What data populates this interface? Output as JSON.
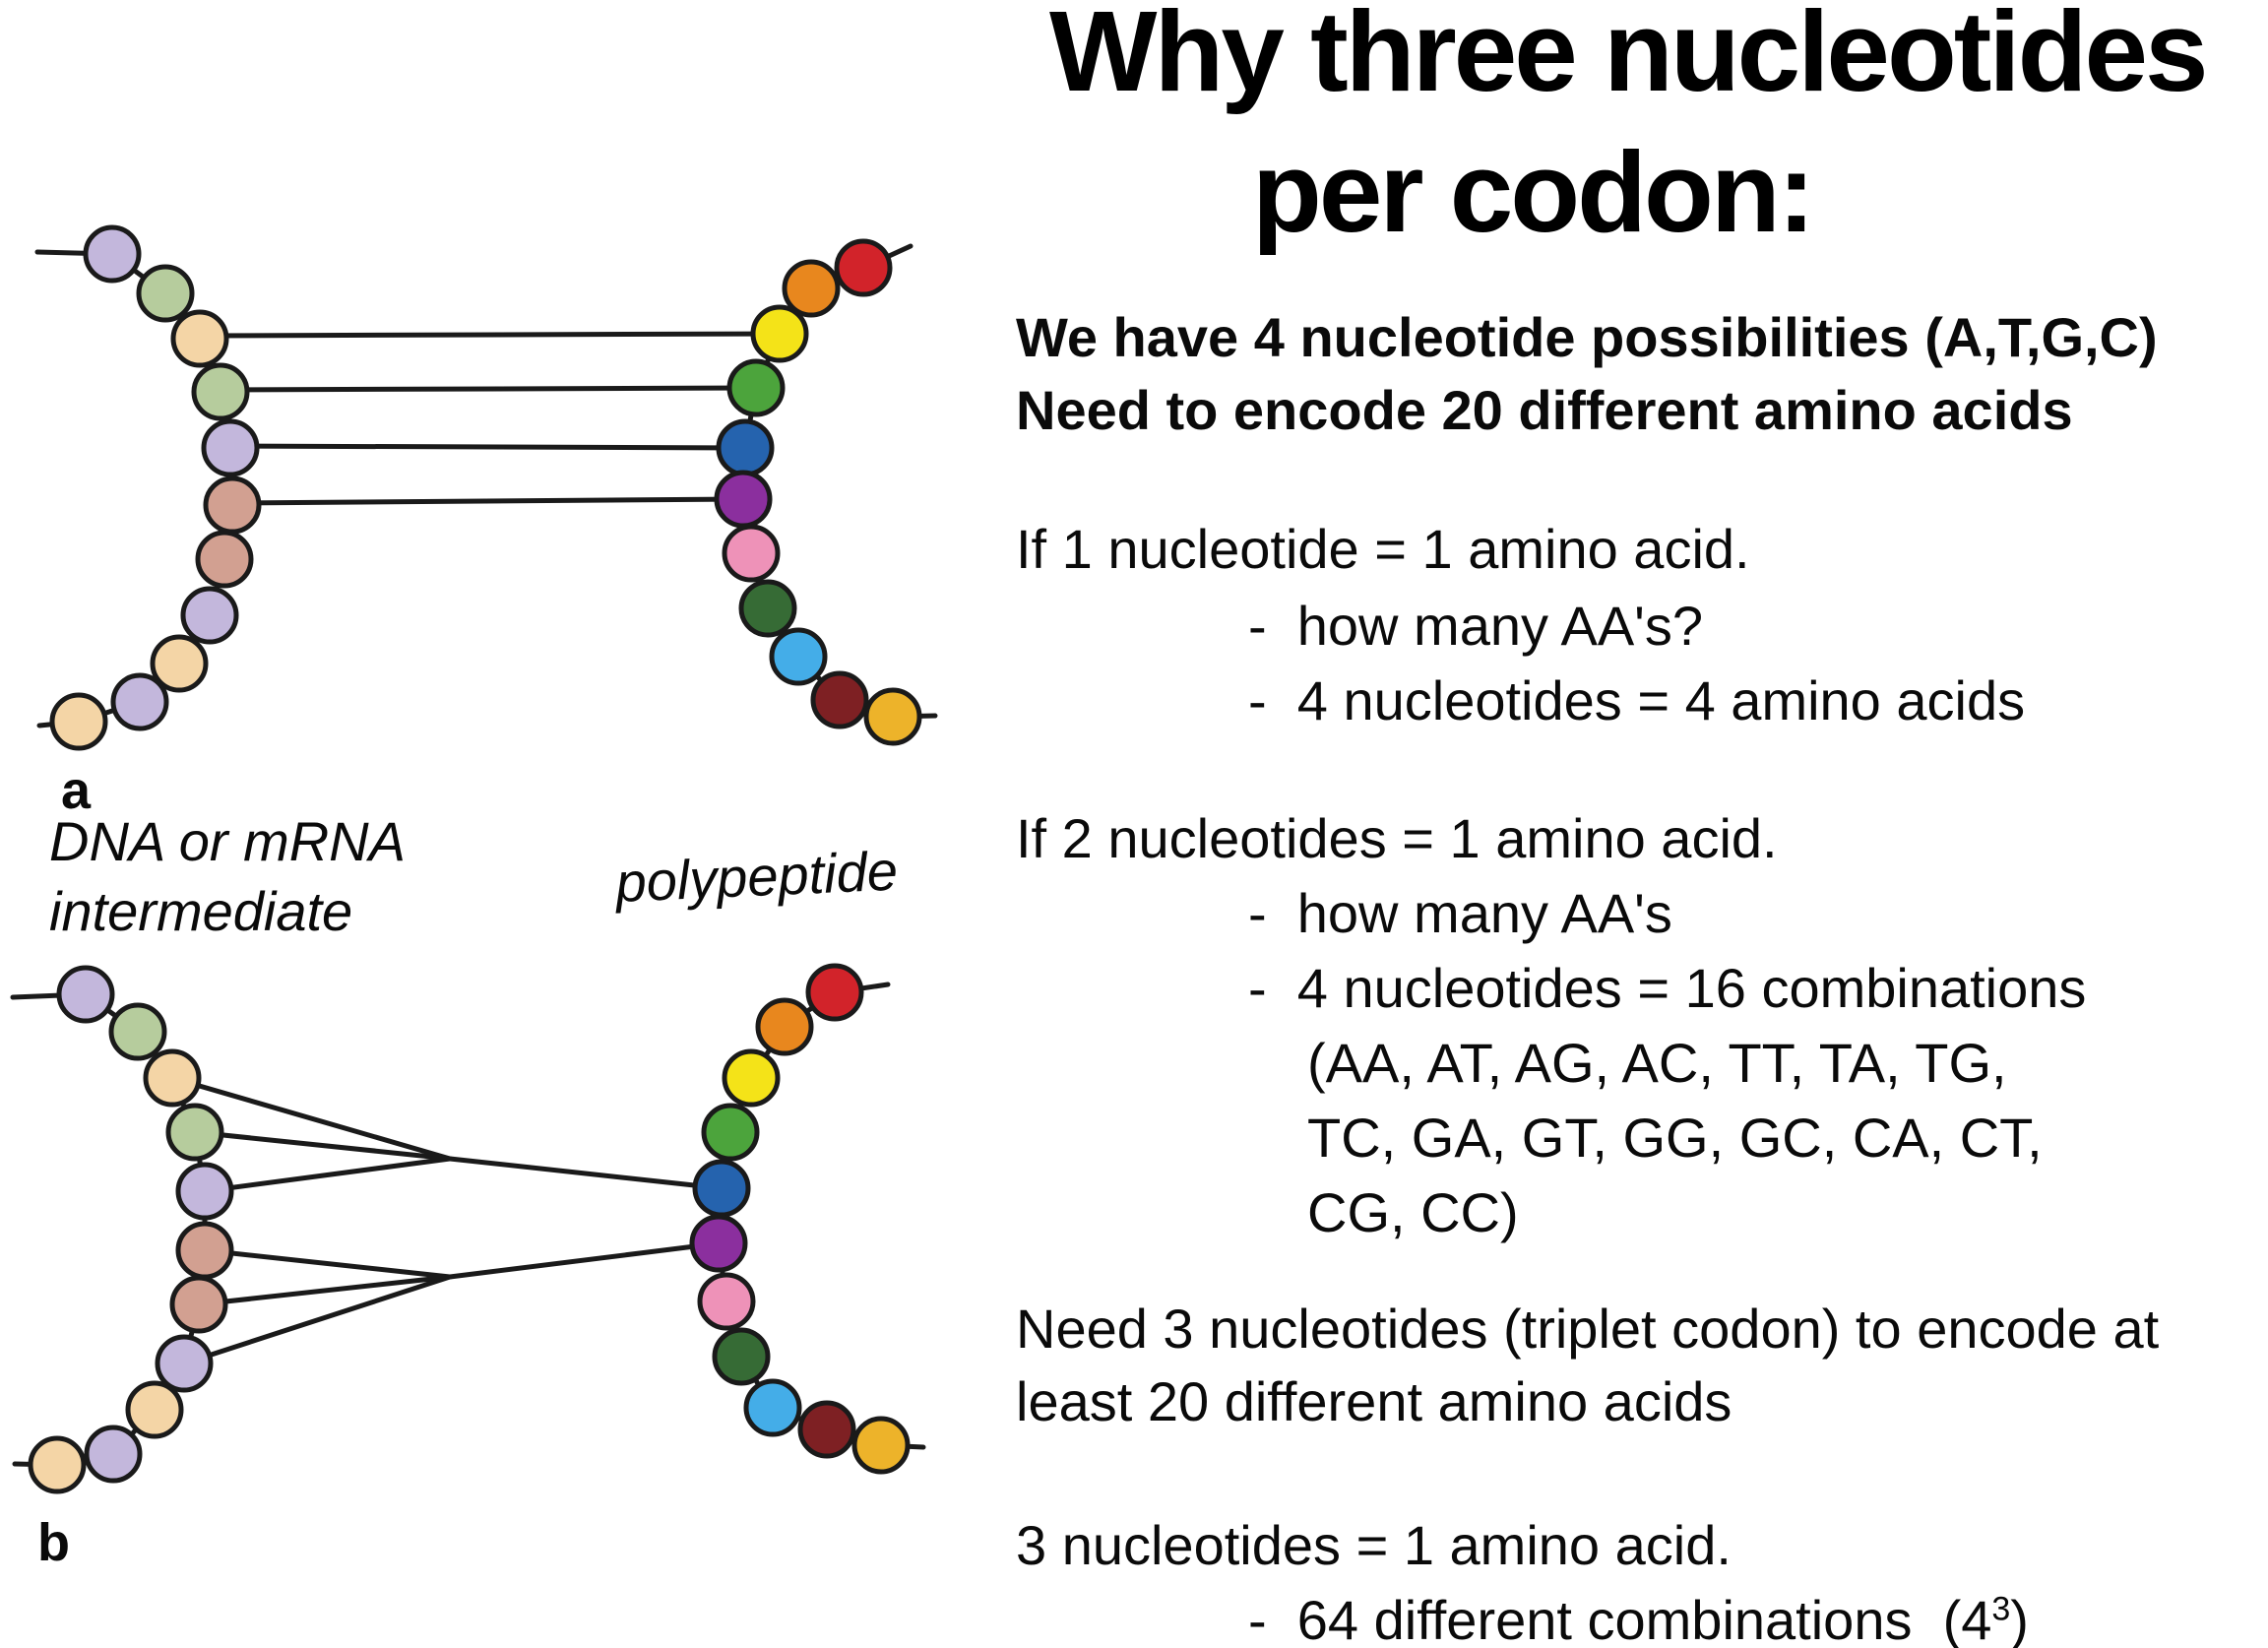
{
  "title": {
    "line1": "Why three nucleotides",
    "line2": "per codon:"
  },
  "intro": {
    "line1": "We have 4 nucleotide possibilities (A,T,G,C)",
    "line2": "Need to encode 20 different amino acids"
  },
  "sections": {
    "one_nt": {
      "heading": "If 1 nucleotide = 1 amino acid.",
      "bullet1": "-  how many AA's?",
      "bullet2": "-  4 nucleotides = 4 amino acids"
    },
    "two_nt": {
      "heading": "If 2 nucleotides = 1 amino acid.",
      "bullet1": "-  how many AA's",
      "bullet2": "-  4 nucleotides = 16 combinations",
      "cont1": "(AA, AT, AG, AC, TT, TA, TG,",
      "cont2": "TC, GA, GT, GG, GC, CA, CT,",
      "cont3": "CG, CC)"
    },
    "need3": {
      "line1": "Need 3 nucleotides (triplet codon) to encode at",
      "line2": "least 20 different amino acids"
    },
    "three_nt": {
      "heading": "3 nucleotides = 1 amino acid.",
      "bullet1_prefix": "-  64 different combinations  (4",
      "bullet1_sup": "3",
      "bullet1_suffix": ")"
    }
  },
  "figure": {
    "label_a": "a",
    "label_b": "b",
    "left_label_line1": "DNA or mRNA",
    "left_label_line2": "intermediate",
    "right_label": "polypeptide",
    "left_chain_colors": [
      "lavender",
      "green",
      "peach",
      "green",
      "lavender",
      "brown",
      "brown",
      "lavender",
      "peach",
      "lavender",
      "peach"
    ],
    "right_chain_colors": [
      "red",
      "orange",
      "yellow",
      "medium_green",
      "blue",
      "purple",
      "pink",
      "dark_green",
      "sky_blue",
      "maroon",
      "gold"
    ],
    "panel_a_pairing": "nucleotides 3-6 each pair one-to-one with amino acids 3-6 (singlet code)",
    "panel_b_pairing": "nucleotides 3-5 converge to amino acid 5 and nucleotides 6-8 converge to amino acid 6 (grouped code)"
  },
  "palette": {
    "lavender": "#C3B7DC",
    "green": "#B6CC9D",
    "peach": "#F4D5A6",
    "brown": "#D2A091",
    "red": "#D2232A",
    "orange": "#E8871E",
    "yellow": "#F4E318",
    "medium_green": "#4CA43C",
    "blue": "#2563AE",
    "purple": "#8B2F9E",
    "pink": "#EE92B8",
    "dark_green": "#366B35",
    "sky_blue": "#44ADE8",
    "maroon": "#7E2023",
    "gold": "#EDB32A"
  }
}
